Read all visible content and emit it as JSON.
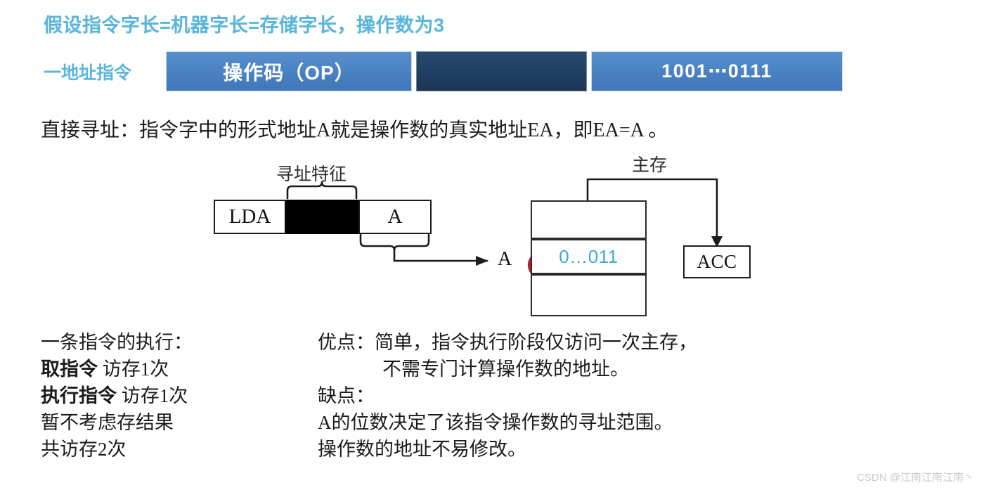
{
  "heading": "假设指令字长=机器字长=存储字长，操作数为3",
  "instruction_bar": {
    "label": "一地址指令",
    "segments": [
      {
        "name": "opcode",
        "text": "操作码（OP）",
        "color": "#4a81c2"
      },
      {
        "name": "addressing-mode",
        "text": "",
        "color": "#1f3d61"
      },
      {
        "name": "address",
        "text": "1001⋯0111",
        "color": "#4a81c2"
      }
    ]
  },
  "explanation": "直接寻址：指令字中的形式地址A就是操作数的真实地址EA，即EA=A 。",
  "diagram": {
    "brace_label": "寻址特征",
    "memory_label": "主存",
    "instruction": {
      "opcode": "LDA",
      "mode_field": "",
      "address_field": "A"
    },
    "address_arrow_label": "A",
    "memory_value": "0…011",
    "register": "ACC",
    "annotation_color": "#c0202c",
    "value_color": "#3aa9d8"
  },
  "left_column": {
    "title": "一条指令的执行：",
    "lines": [
      {
        "bold": "取指令",
        "rest": " 访存1次"
      },
      {
        "bold": "执行指令",
        "rest": " 访存1次"
      },
      {
        "bold": "",
        "rest": "暂不考虑存结果"
      },
      {
        "bold": "",
        "rest": "共访存2次"
      }
    ]
  },
  "right_column": {
    "pros_label": "优点：",
    "pros_line1": "简单，指令执行阶段仅访问一次主存，",
    "pros_line2": "不需专门计算操作数的地址。",
    "cons_label": "缺点：",
    "cons_line1": "A的位数决定了该指令操作数的寻址范围。",
    "cons_line2": "操作数的地址不易修改。"
  },
  "watermark": "CSDN @江南江南江南丶"
}
